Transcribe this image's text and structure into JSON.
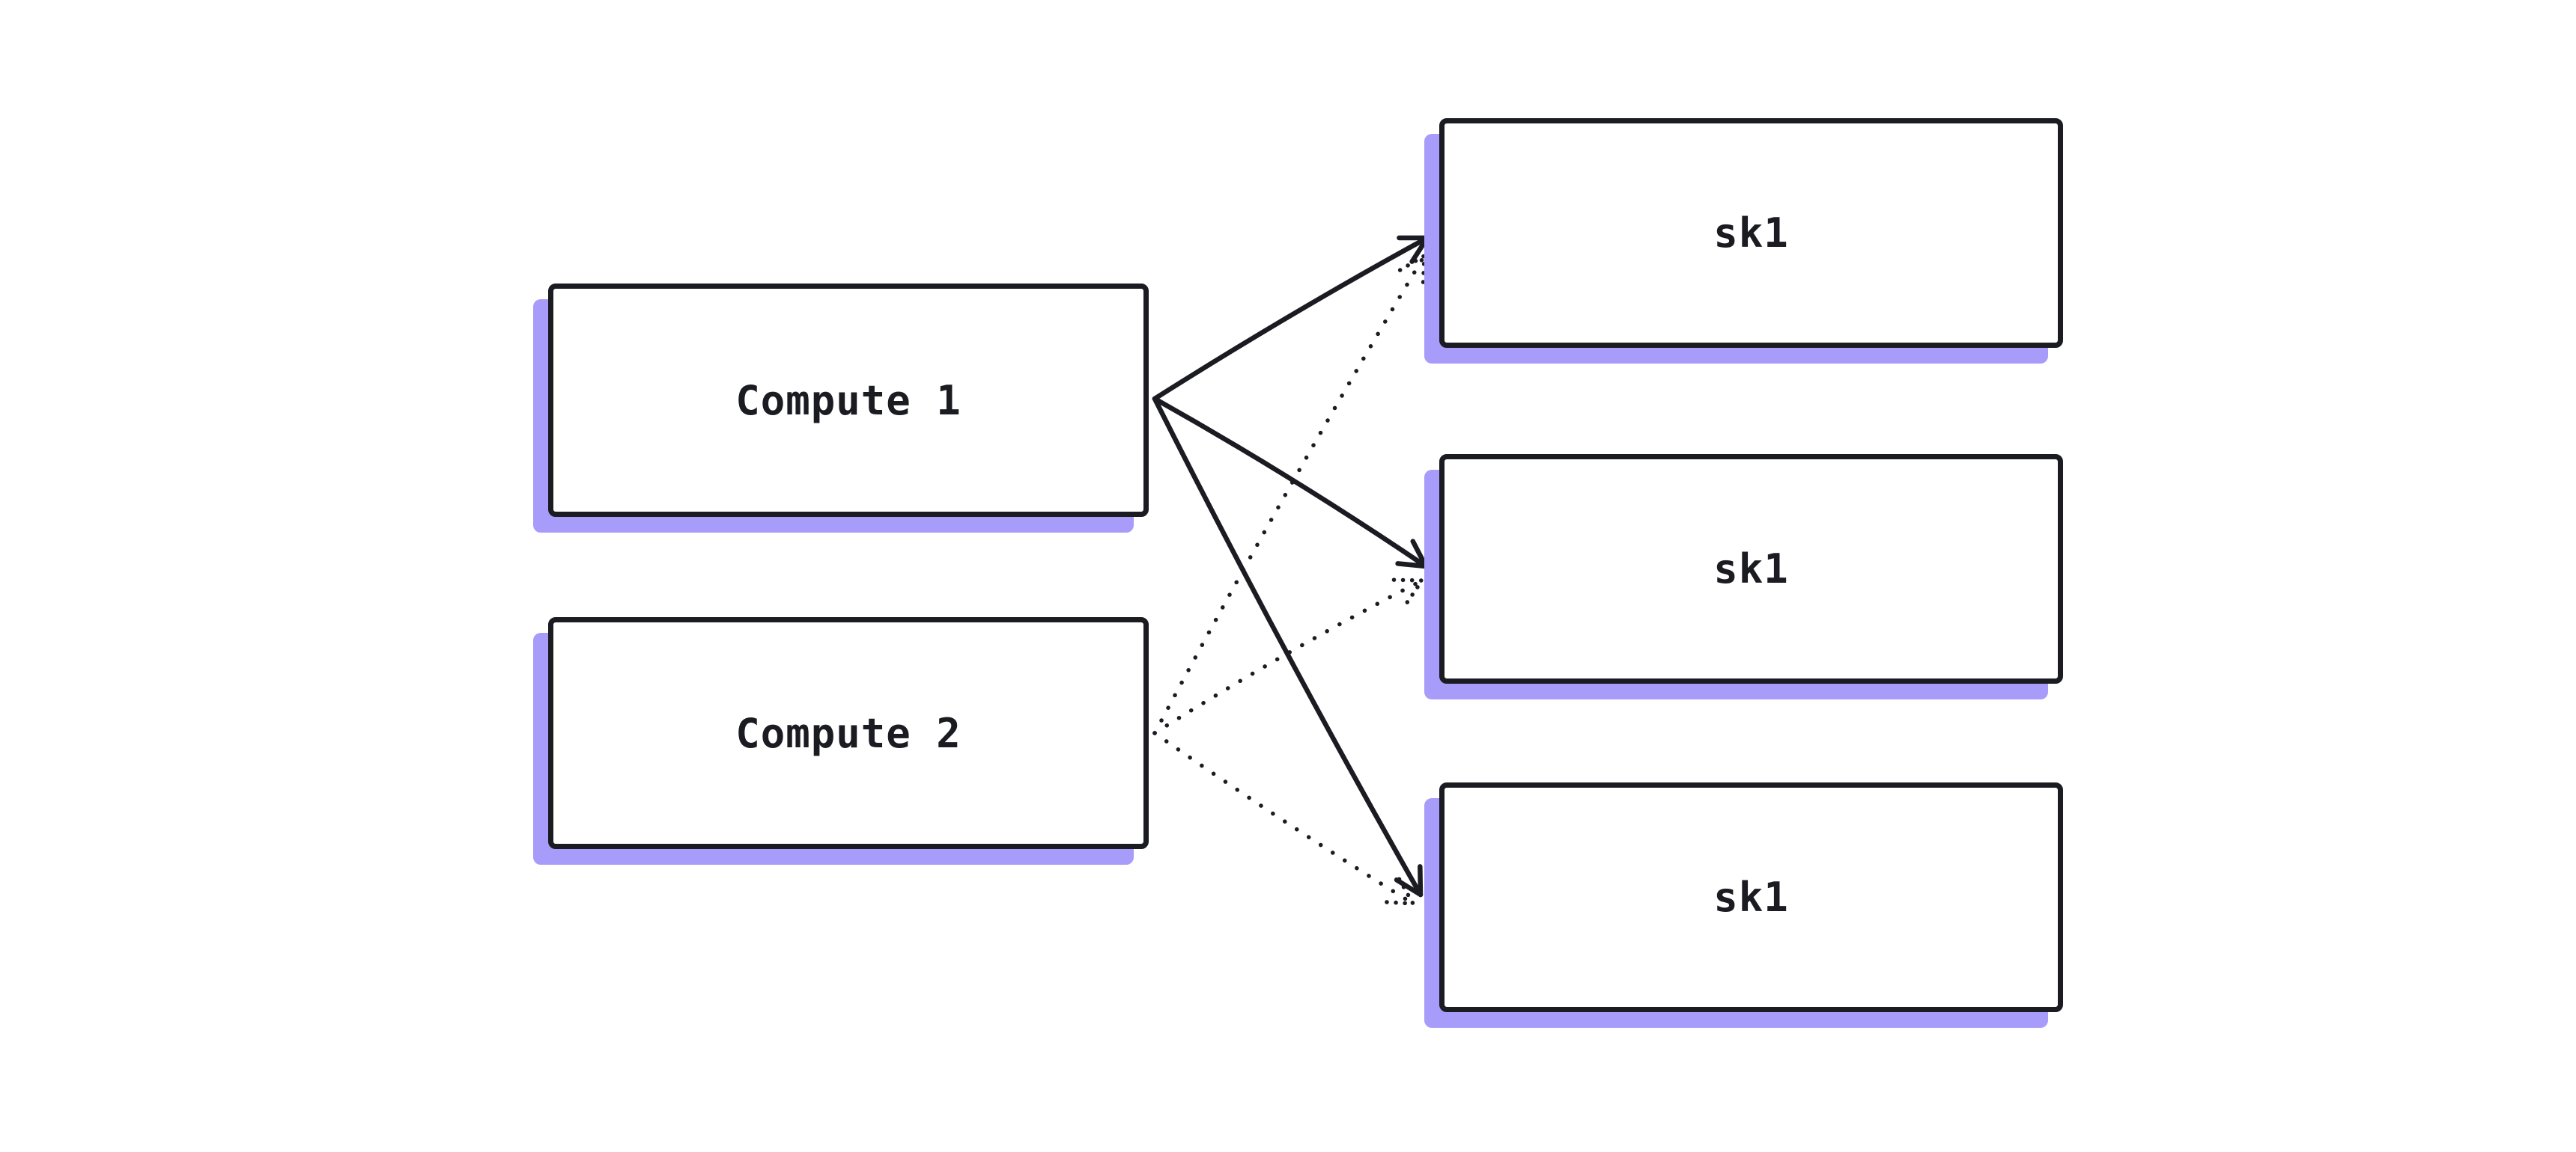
{
  "diagram": {
    "type": "node-link-diagram",
    "background_color": "#ffffff",
    "stroke_color": "#1b1b22",
    "shadow_color": "#a89cfa",
    "node_fill_color": "#ffffff",
    "nodes": [
      {
        "id": "compute1",
        "label": "Compute 1",
        "column": "left"
      },
      {
        "id": "compute2",
        "label": "Compute 2",
        "column": "left"
      },
      {
        "id": "sk1-top",
        "label": "sk1",
        "column": "right"
      },
      {
        "id": "sk1-middle",
        "label": "sk1",
        "column": "right"
      },
      {
        "id": "sk1-bottom",
        "label": "sk1",
        "column": "right"
      }
    ],
    "edges": [
      {
        "from": "compute1",
        "to": "sk1-top",
        "style": "solid",
        "arrowhead": "open-v"
      },
      {
        "from": "compute1",
        "to": "sk1-middle",
        "style": "solid",
        "arrowhead": "open-v"
      },
      {
        "from": "compute1",
        "to": "sk1-bottom",
        "style": "solid",
        "arrowhead": "open-v"
      },
      {
        "from": "compute2",
        "to": "sk1-top",
        "style": "dotted",
        "arrowhead": "open-v"
      },
      {
        "from": "compute2",
        "to": "sk1-middle",
        "style": "dotted",
        "arrowhead": "open-v"
      },
      {
        "from": "compute2",
        "to": "sk1-bottom",
        "style": "dotted",
        "arrowhead": "open-v"
      }
    ]
  }
}
